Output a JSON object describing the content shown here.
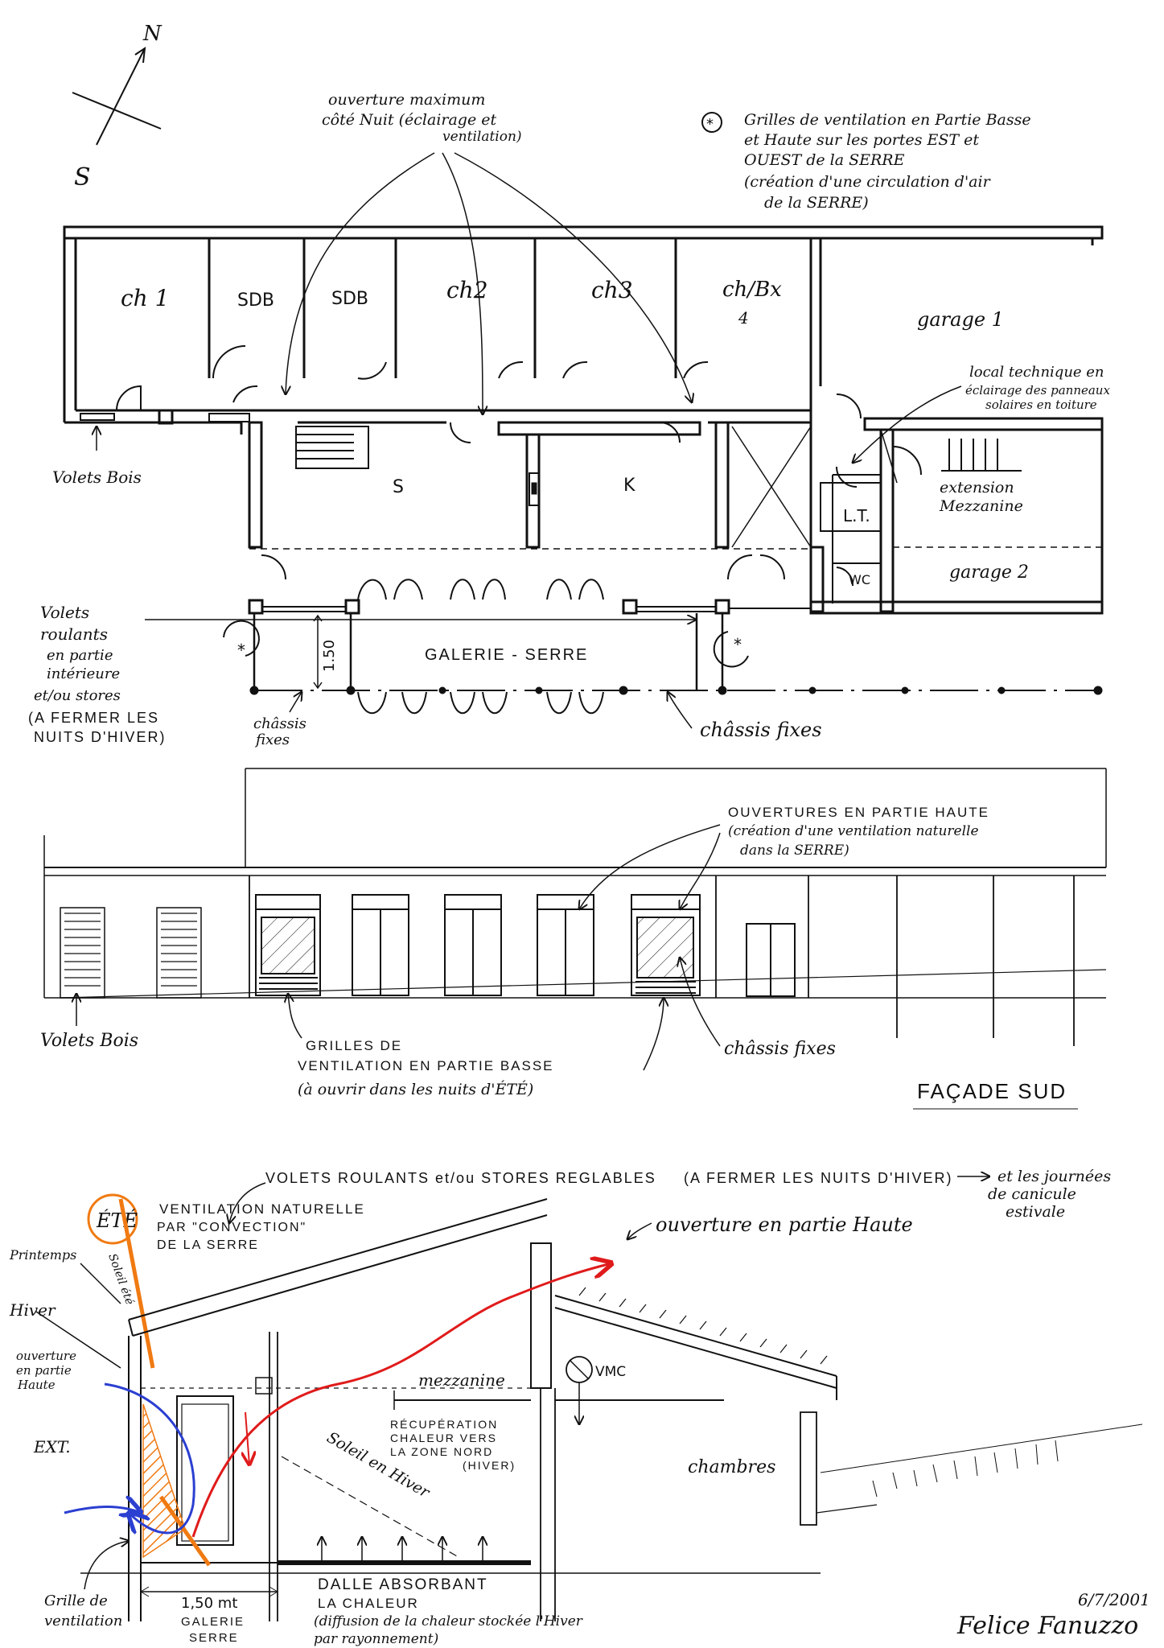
{
  "colors": {
    "ink": "#111111",
    "red_flow": "#e01b1b",
    "blue_flow": "#2b3fd1",
    "orange": "#f07a12"
  },
  "compass": {
    "north": "N",
    "south": "S"
  },
  "plan": {
    "note_top": [
      "ouverture maximum",
      "côté Nuit (éclairage et",
      "ventilation)"
    ],
    "legend": {
      "symbol": "*",
      "lines": [
        "Grilles de ventilation en Partie Basse",
        "et Haute sur les portes EST et",
        "OUEST de la SERRE",
        "(création d'une circulation d'air",
        "de la SERRE)"
      ]
    },
    "rooms": {
      "ch1": "ch 1",
      "sdb1": "SDB",
      "sdb2": "SDB",
      "ch2": "ch2",
      "ch3": "ch3",
      "ch4": "ch/Bx",
      "ch4_num": "4",
      "garage1": "garage 1",
      "s": "S",
      "k": "K",
      "lt": "L.T.",
      "wc": "WC",
      "garage2": "garage 2",
      "mezzanine": [
        "extension",
        "Mezzanine"
      ],
      "galerie": "GALERIE - SERRE",
      "dim": "1.50"
    },
    "local_technique": [
      "local technique en",
      "éclairage des panneaux",
      "solaires en toiture"
    ],
    "volets_bois": "Volets Bois",
    "volets_roulants": [
      "Volets",
      "roulants",
      "en partie",
      "intérieure",
      "et/ou stores",
      "(A FERMER LES",
      "NUITS D'HIVER)"
    ],
    "chassis_left": [
      "châssis",
      "fixes"
    ],
    "chassis_right": "châssis fixes"
  },
  "facade": {
    "ouvertures": [
      "OUVERTURES EN PARTIE HAUTE",
      "(création d'une ventilation naturelle",
      "dans la SERRE)"
    ],
    "volets_bois": "Volets Bois",
    "grilles": [
      "GRILLES DE",
      "VENTILATION EN PARTIE BASSE",
      "(à ouvrir dans les nuits d'ÉTÉ)"
    ],
    "chassis": "châssis fixes",
    "title": "FAÇADE SUD"
  },
  "section": {
    "volets_top": "VOLETS ROULANTS et/ou STORES REGLABLES",
    "volets_paren": "(A FERMER LES NUITS D'HIVER)",
    "volets_arrow_note": [
      "et les journées",
      "de canicule",
      "estivale"
    ],
    "ete": "ÉTÉ",
    "ventilation": [
      "VENTILATION NATURELLE",
      "PAR \"CONVECTION\"",
      "DE LA SERRE"
    ],
    "ouverture_haute": "ouverture en partie Haute",
    "printemps": "Printemps",
    "hiver": "Hiver",
    "soleil_ete": "Soleil été",
    "ouverture_hiver": [
      "ouverture",
      "en partie",
      "Haute"
    ],
    "ext": "EXT.",
    "mezzanine": "mezzanine",
    "vmc": "VMC",
    "recuperation": [
      "RÉCUPÉRATION",
      "CHALEUR VERS",
      "LA ZONE NORD",
      "(HIVER)"
    ],
    "soleil_hiver": "Soleil en Hiver",
    "chambres": "chambres",
    "dalle": [
      "DALLE ABSORBANT",
      "LA CHALEUR"
    ],
    "diffusion": [
      "(diffusion de la chaleur stockée l'Hiver",
      "par rayonnement)"
    ],
    "grille": [
      "Grille de",
      "ventilation"
    ],
    "dim": "1,50 mt",
    "galerie": [
      "GALERIE",
      "SERRE"
    ],
    "signature": "Felice Fanuzzo",
    "date": "6/7/2001"
  }
}
